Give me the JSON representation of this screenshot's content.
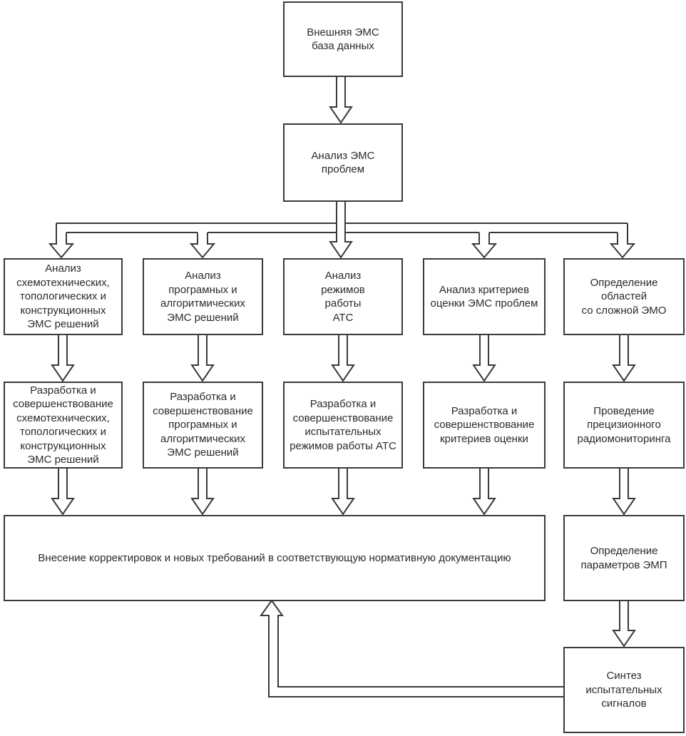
{
  "colors": {
    "background": "#ffffff",
    "line": "#3a3a3a",
    "text": "#2b2b2b"
  },
  "nodes": {
    "external_emc_database": {
      "label": "Внешняя ЭМС\nбаза данных"
    },
    "emc_problem_analysis": {
      "label": "Анализ ЭМС\nпроблем"
    },
    "circuit_solutions_analysis": {
      "label": "Анализ\nсхемотехнических,\nтопологических и\nконструкционных\nЭМС решений"
    },
    "software_solutions_analysis": {
      "label": "Анализ\nпрограмных и\nалгоритмических\nЭМС решений"
    },
    "ats_modes_analysis": {
      "label": "Анализ\nрежимов\nработы\nАТС"
    },
    "criteria_analysis": {
      "label": "Анализ критериев\nоценки ЭМС проблем"
    },
    "complex_emo_areas": {
      "label": "Определение\nобластей\nсо сложной ЭМО"
    },
    "circuit_solutions_development": {
      "label": "Разработка и\nсовершенствование\nсхемотехнических,\nтопологических и\nконструкционных\nЭМС решений"
    },
    "software_solutions_development": {
      "label": "Разработка и\nсовершенствование\nпрограмных и\nалгоритмических\nЭМС решений"
    },
    "test_modes_development": {
      "label": "Разработка и\nсовершенствование\nиспытательных\nрежимов работы АТС"
    },
    "criteria_development": {
      "label": "Разработка и\nсовершенствование\nкритериев оценки"
    },
    "precision_radio_monitoring": {
      "label": "Проведение\nпрецизионного\nрадиомониторинга"
    },
    "regulatory_corrections": {
      "label": "Внесение корректировок и новых требований в соответствующую нормативную документацию"
    },
    "emp_parameters": {
      "label": "Определение\nпараметров ЭМП"
    },
    "signal_synthesis": {
      "label": "Синтез\nиспытательных\nсигналов"
    }
  }
}
